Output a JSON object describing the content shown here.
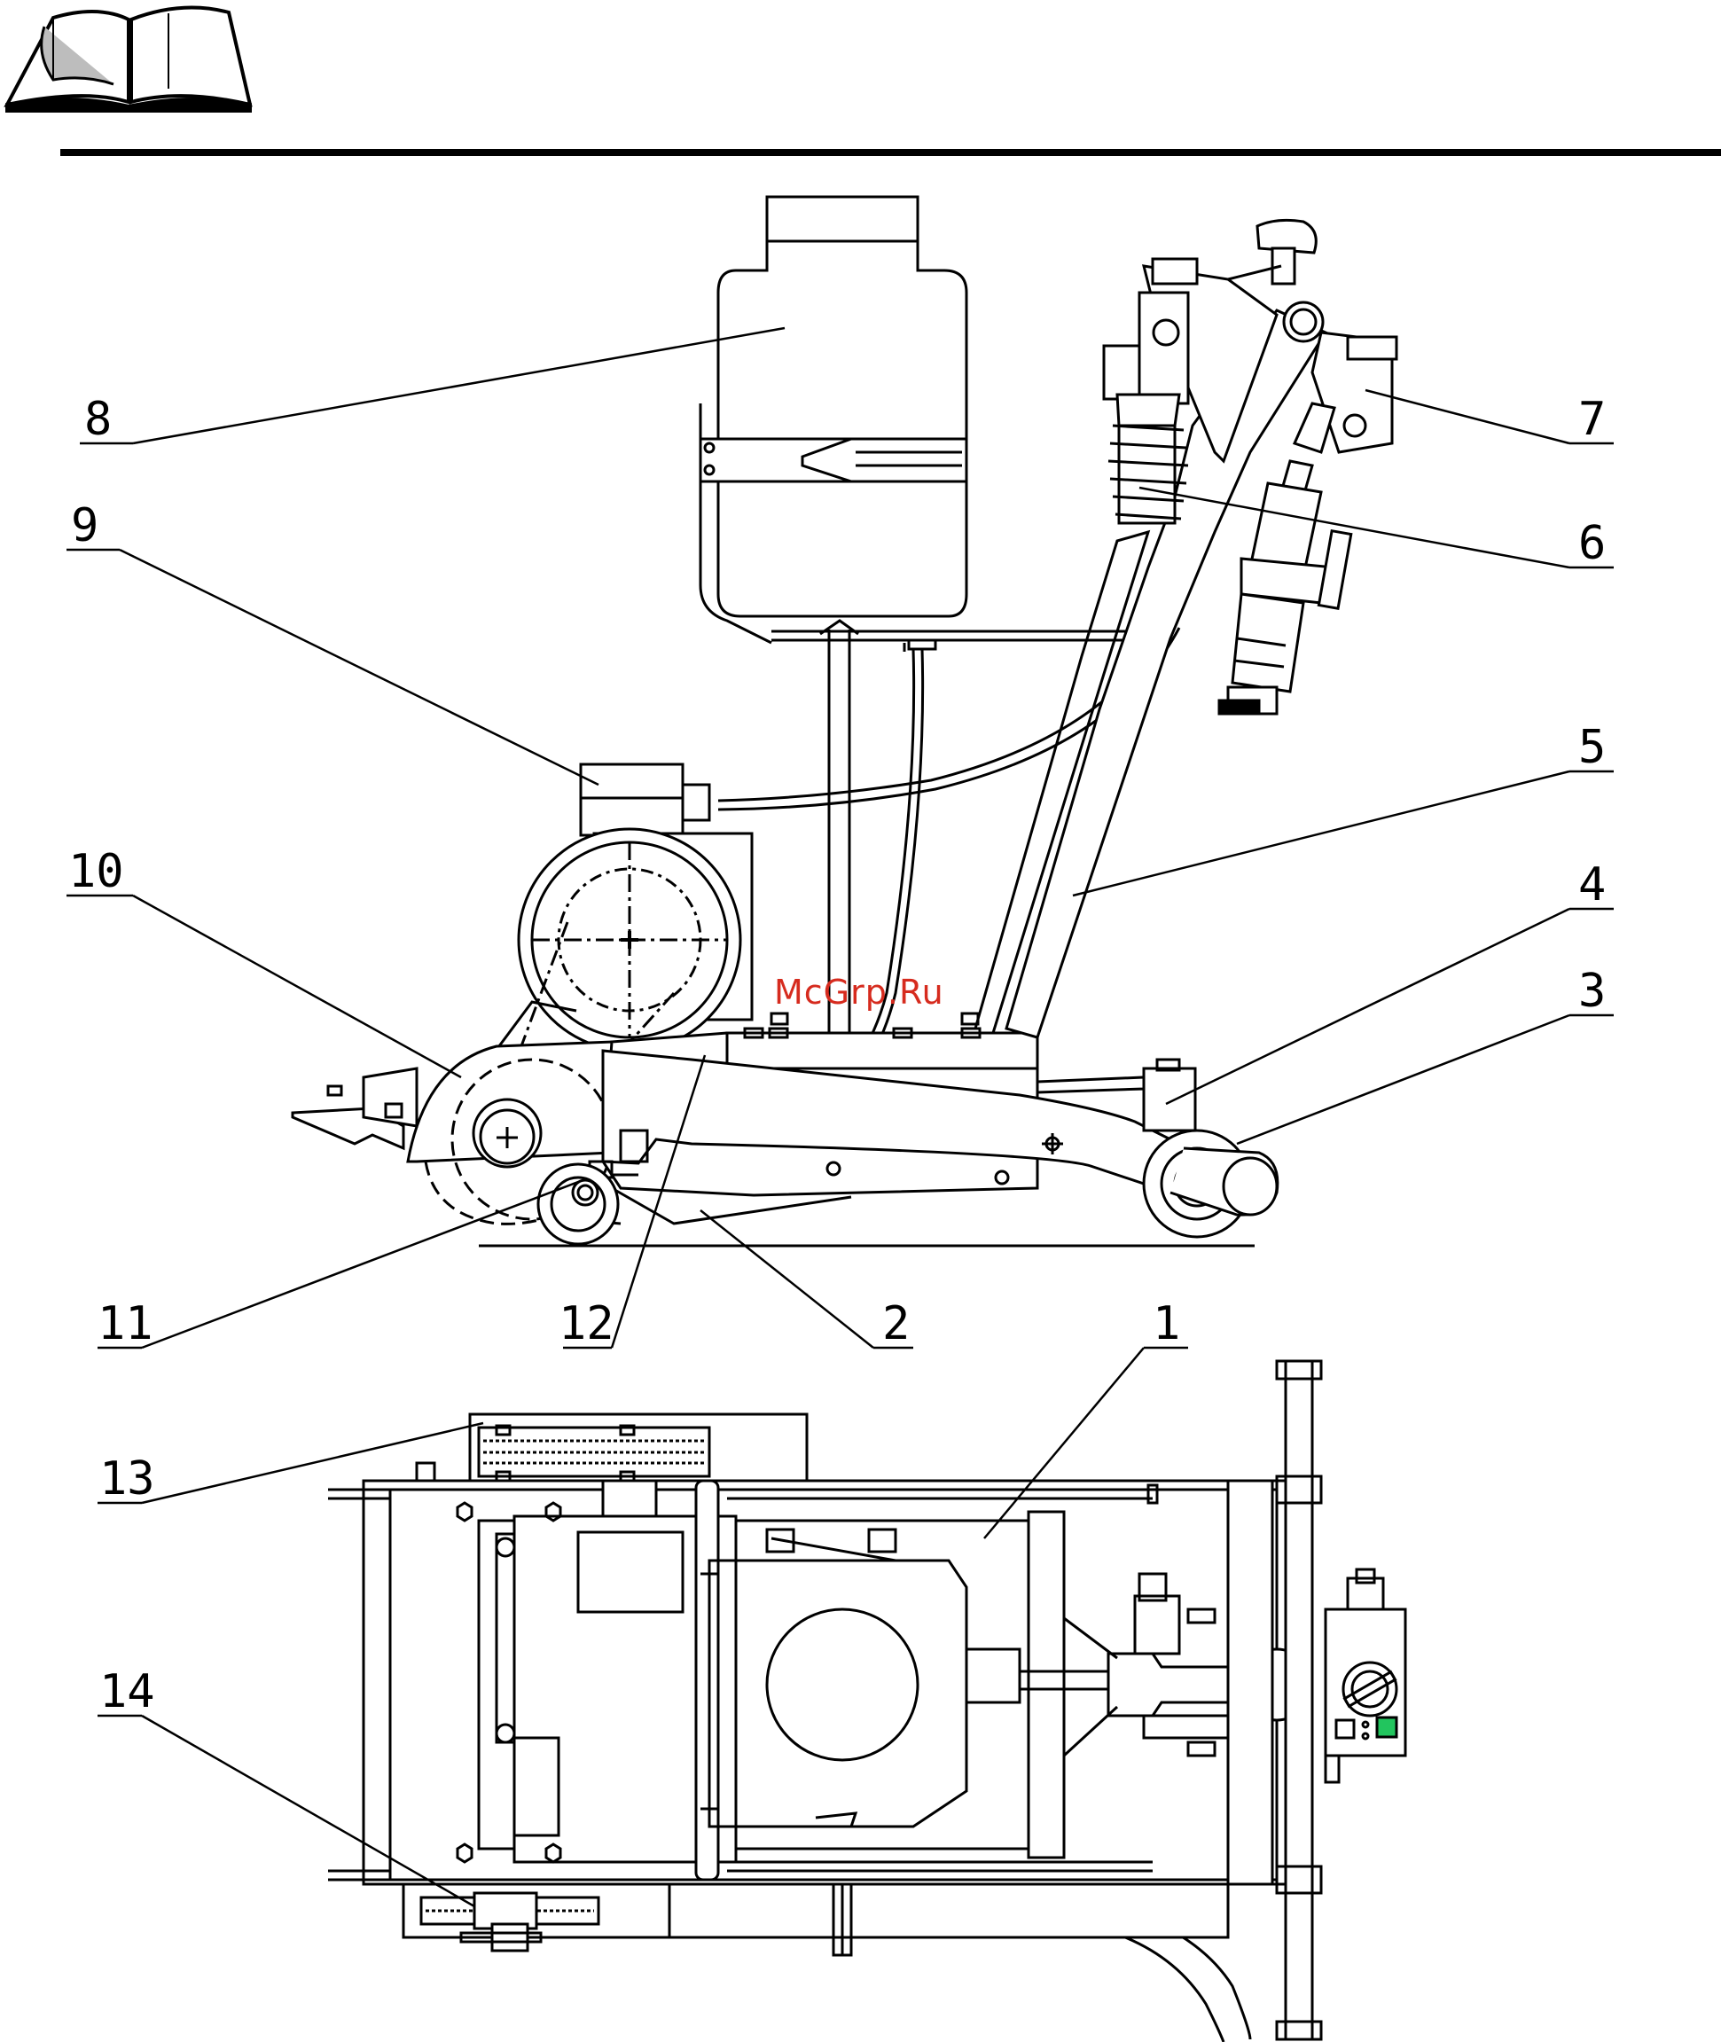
{
  "icon": "open-book-icon",
  "watermark": "McGrp.Ru",
  "callouts": [
    {
      "id": "8",
      "label": "8"
    },
    {
      "id": "9",
      "label": "9"
    },
    {
      "id": "10",
      "label": "10"
    },
    {
      "id": "11",
      "label": "11"
    },
    {
      "id": "12",
      "label": "12"
    },
    {
      "id": "2",
      "label": "2"
    },
    {
      "id": "1",
      "label": "1"
    },
    {
      "id": "3",
      "label": "3"
    },
    {
      "id": "4",
      "label": "4"
    },
    {
      "id": "5",
      "label": "5"
    },
    {
      "id": "6",
      "label": "6"
    },
    {
      "id": "7",
      "label": "7"
    },
    {
      "id": "13",
      "label": "13"
    },
    {
      "id": "14",
      "label": "14"
    }
  ],
  "colors": {
    "line": "#000000",
    "watermark": "#d62b1e",
    "indicator": "#22c55e"
  }
}
